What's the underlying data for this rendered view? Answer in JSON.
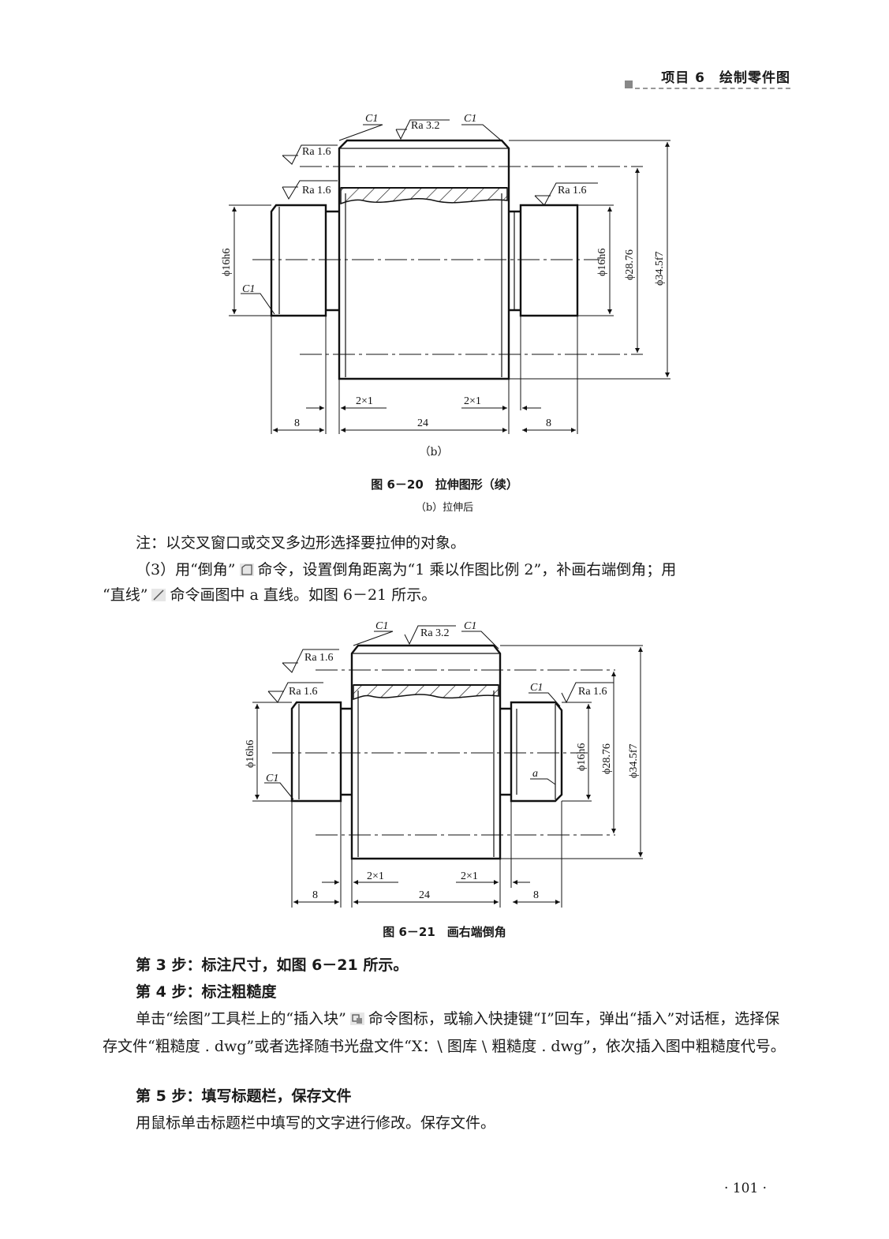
{
  "header": {
    "title": "项目 6　绘制零件图"
  },
  "fig20": {
    "sub_label": "（b）",
    "caption": "图 6－20　拉伸图形（续）",
    "caption_sub": "（b）拉伸后",
    "labels": {
      "c1_a": "C1",
      "c1_b": "C1",
      "c1_c": "C1",
      "ra_top": "Ra 3.2",
      "ra_1": "Ra 1.6",
      "ra_2": "Ra 1.6",
      "ra_3": "Ra 1.6",
      "phi16_l": "ϕ16h6",
      "phi16_r": "ϕ16h6",
      "phi28": "ϕ28.76",
      "phi34": "ϕ34.5f7",
      "d8_l": "8",
      "d24": "24",
      "d8_r": "8",
      "d2x1_l": "2×1",
      "d2x1_r": "2×1"
    }
  },
  "fig21": {
    "caption": "图 6－21　画右端倒角",
    "labels": {
      "c1_a": "C1",
      "c1_b": "C1",
      "c1_c": "C1",
      "c1_d": "C1",
      "ra_top": "Ra 3.2",
      "ra_1": "Ra 1.6",
      "ra_2": "Ra 1.6",
      "ra_3": "Ra 1.6",
      "phi16_l": "ϕ16h6",
      "phi16_r": "ϕ16h6",
      "phi28": "ϕ28.76",
      "phi34": "ϕ34.5f7",
      "d8_l": "8",
      "d24": "24",
      "d8_r": "8",
      "d2x1_l": "2×1",
      "d2x1_r": "2×1",
      "a": "a"
    }
  },
  "text": {
    "note": "注：以交叉窗口或交叉多边形选择要拉伸的对象。",
    "p3_a": "（3）用“倒角”",
    "p3_b": "命令，设置倒角距离为“1 乘以作图比例 2”，补画右端倒角；用",
    "p3_c": "“直线”",
    "p3_d": "命令画图中 a 直线。如图 6－21 所示。",
    "step3": "第 3 步：标注尺寸，如图 6－21 所示。",
    "step4": "第 4 步：标注粗糙度",
    "p4_a": "单击“绘图”工具栏上的“插入块”",
    "p4_b": "命令图标，或输入快捷键“I”回车，弹出“插入”对话框，选择保存文件“粗糙度 . dwg”或者选择随书光盘文件“X：\\ 图库 \\ 粗糙度 . dwg”，依次插入图中粗糙度代号。",
    "step5": "第 5 步：填写标题栏，保存文件",
    "p5": "用鼠标单击标题栏中填写的文字进行修改。保存文件。"
  },
  "page_number": "· 101 ·"
}
